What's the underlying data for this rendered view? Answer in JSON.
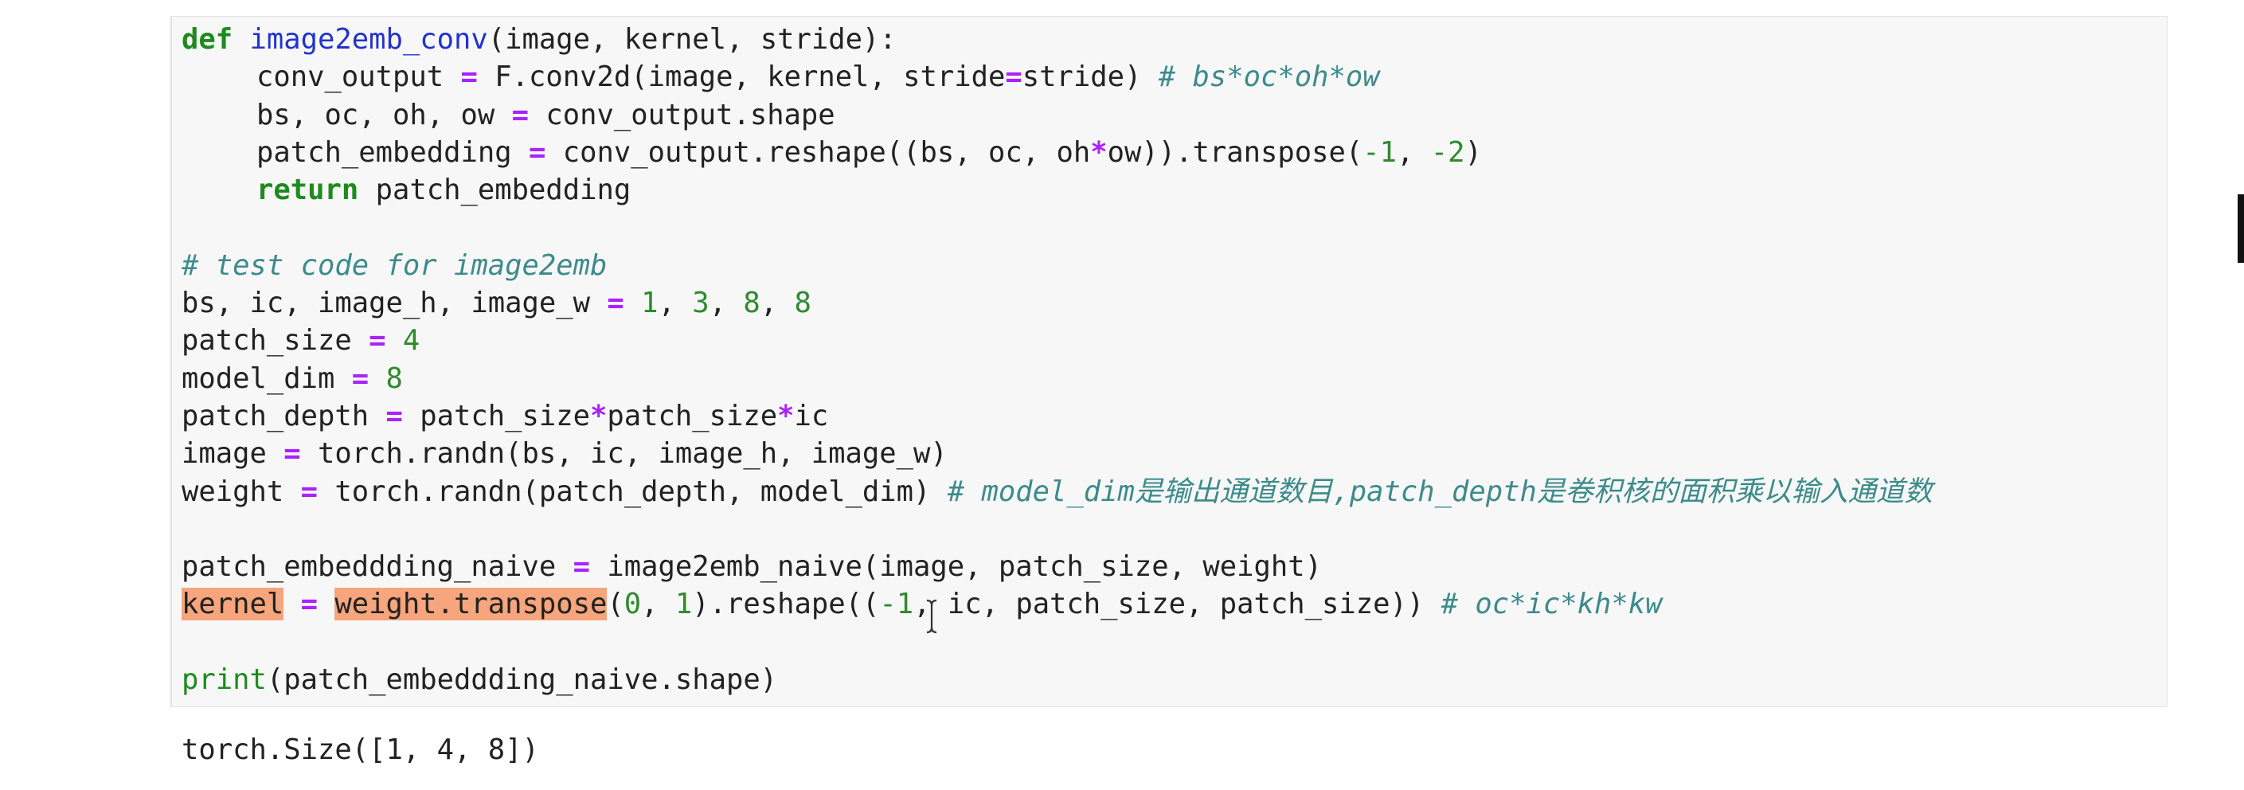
{
  "cell": {
    "code_lines": [
      [
        "def",
        " ",
        "image2emb_conv",
        "(image, kernel, stride):"
      ],
      [
        "conv_output",
        " ",
        "=",
        " F.conv2d(image, kernel, stride",
        "=",
        "stride) ",
        "# bs*oc*oh*ow"
      ],
      [
        "bs, oc, oh, ow ",
        "=",
        " conv_output.shape"
      ],
      [
        "patch_embedding ",
        "=",
        " conv_output.reshape((bs, oc, oh",
        "*",
        "ow)).transpose(",
        "-1",
        ", ",
        "-2",
        ")"
      ],
      [
        "return",
        " patch_embedding"
      ],
      [],
      [
        "# test code for image2emb"
      ],
      [
        "bs, ic, image_h, image_w ",
        "=",
        " ",
        "1",
        ", ",
        "3",
        ", ",
        "8",
        ", ",
        "8"
      ],
      [
        "patch_size ",
        "=",
        " ",
        "4"
      ],
      [
        "model_dim ",
        "=",
        " ",
        "8"
      ],
      [
        "patch_depth ",
        "=",
        " patch_size",
        "*",
        "patch_size",
        "*",
        "ic"
      ],
      [
        "image ",
        "=",
        " torch.randn(bs, ic, image_h, image_w)"
      ],
      [
        "weight ",
        "=",
        " torch.randn(patch_depth, model_dim) ",
        "# model_dim是输出通道数目,patch_depth是卷积核的面积乘以输入通道数"
      ],
      [],
      [
        "patch_embeddding_naive ",
        "=",
        " image2emb_naive(image, patch_size, weight)"
      ],
      [
        "kernel",
        " ",
        "=",
        " ",
        "weight.transpose",
        "(",
        "0",
        ", ",
        "1",
        ").reshape((",
        "-1",
        ", ic, patch_size, patch_size)) ",
        "# oc*ic*kh*kw"
      ],
      [],
      [
        "print",
        "(patch_embeddding_naive.shape)"
      ]
    ]
  },
  "output": {
    "text": "torch.Size([1, 4, 8])"
  }
}
